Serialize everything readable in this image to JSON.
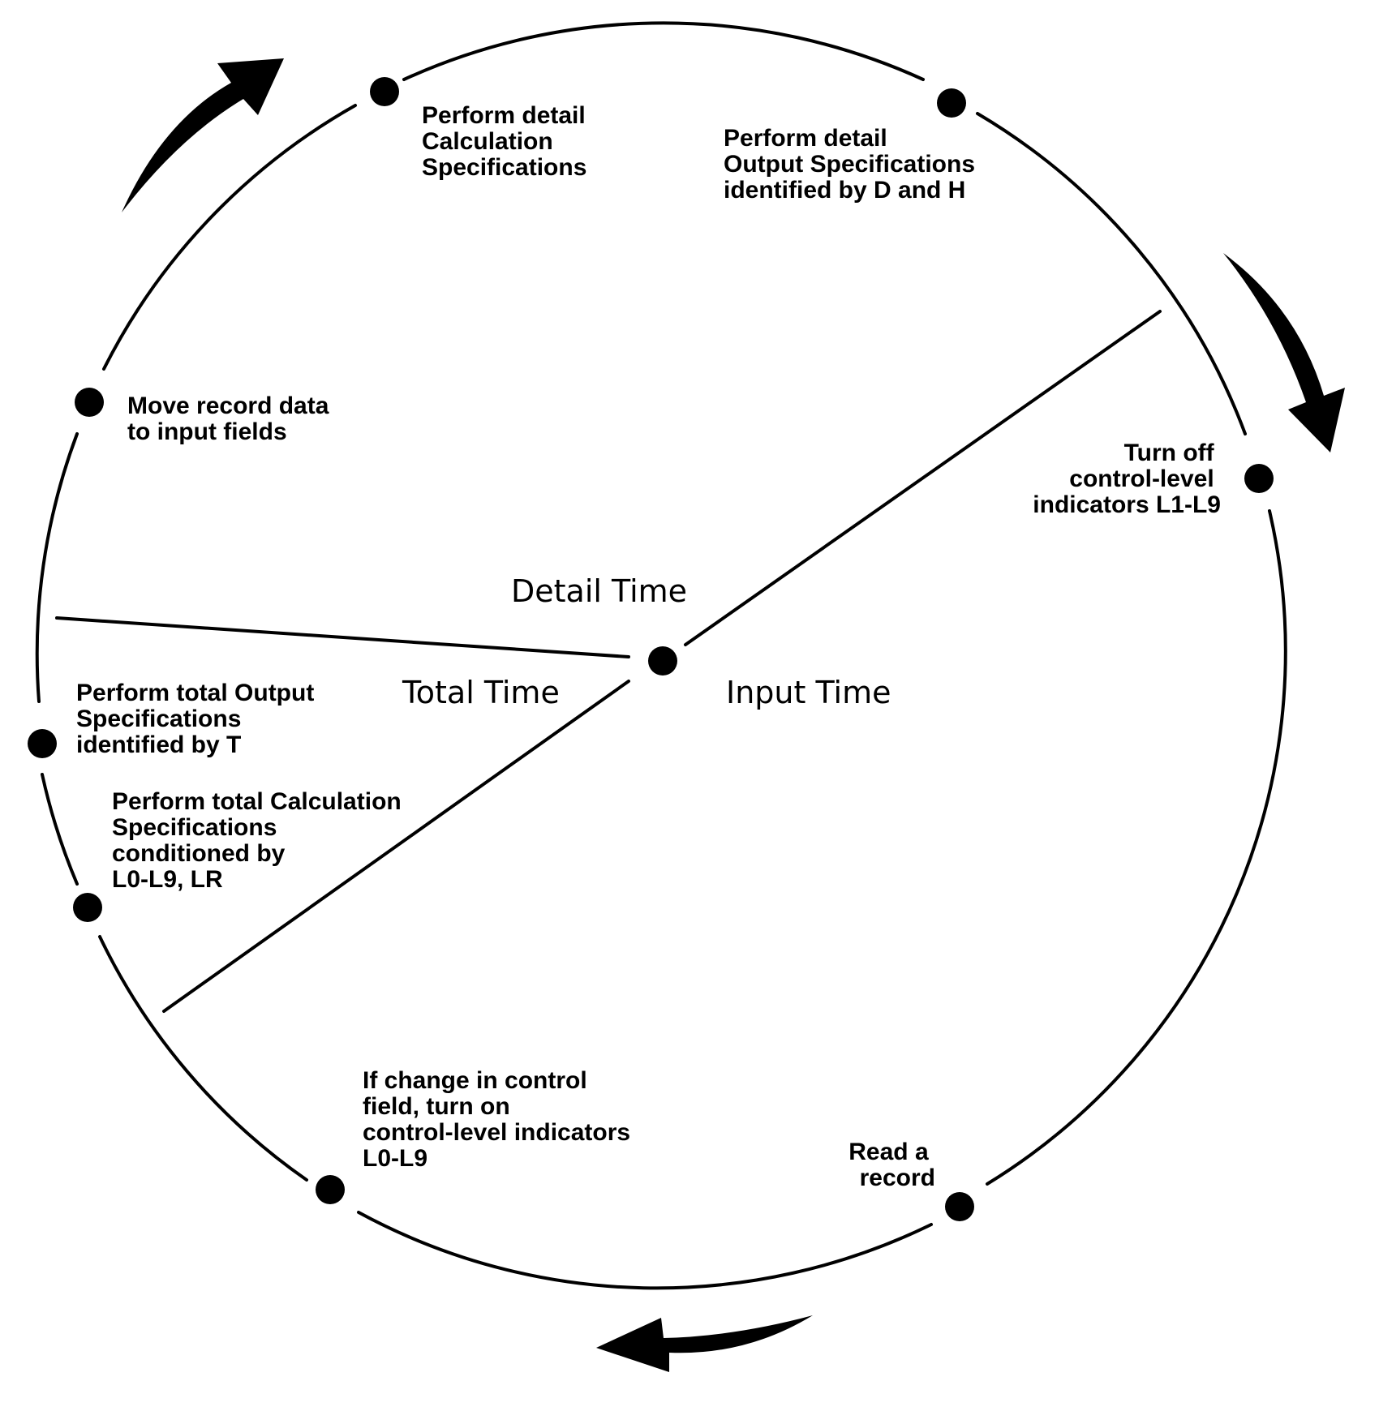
{
  "colors": {
    "ink": "#000000",
    "background": "#ffffff"
  },
  "regions": {
    "detail": "Detail Time",
    "total": "Total Time",
    "input": "Input Time"
  },
  "steps": {
    "detail_calc": [
      "Perform detail",
      "Calculation",
      "Specifications"
    ],
    "detail_output": [
      "Perform detail",
      "Output Specifications",
      "identified by D and H"
    ],
    "turn_off": [
      "Turn off",
      "control-level",
      "indicators L1-L9"
    ],
    "read_record": [
      "Read a",
      "record"
    ],
    "change_control": [
      "If change in  control",
      "field,  turn on",
      "control-level indicators",
      "L0-L9"
    ],
    "total_calc": [
      "Perform total Calculation",
      "Specifications",
      "conditioned by",
      "L0-L9, LR"
    ],
    "total_output": [
      "Perform total Output",
      "Specifications",
      "identified by T"
    ],
    "move_data": [
      "Move record data",
      "to input fields"
    ]
  },
  "icons": {
    "direction_arrows": "curved-arrow-icon",
    "step_marker": "dot-icon"
  }
}
